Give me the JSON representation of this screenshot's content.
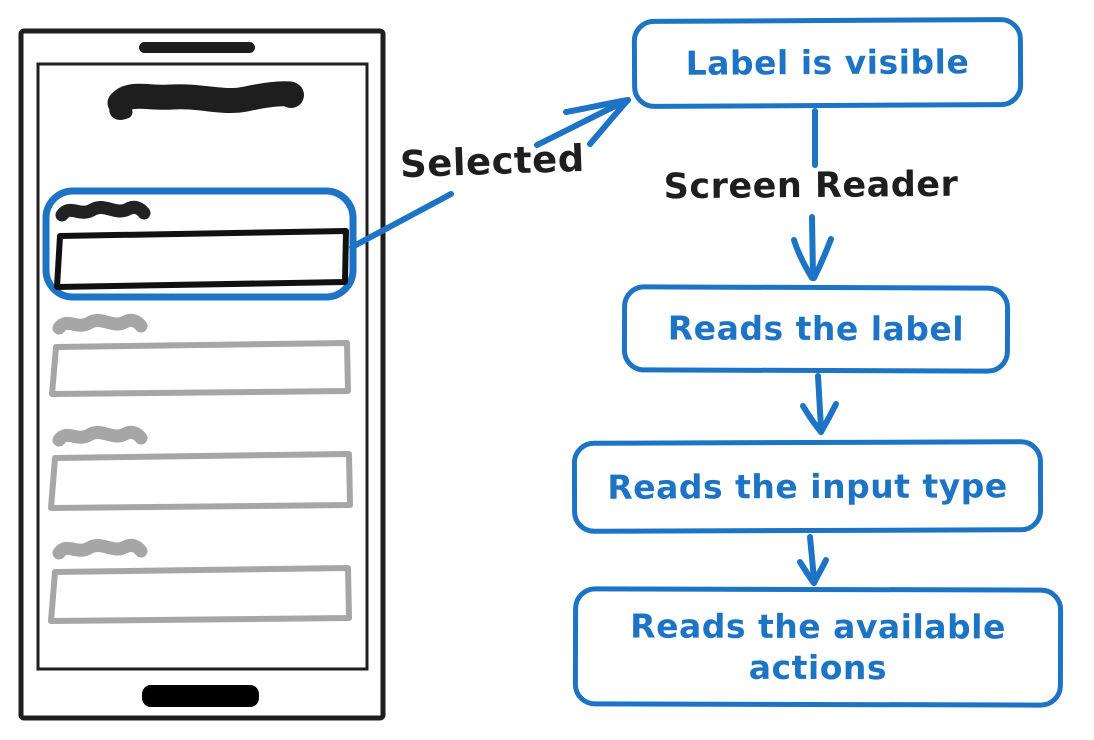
{
  "diagram": {
    "type": "flowchart",
    "colors": {
      "accent_blue": "#1d73c4",
      "ink_black": "#1e1e1e",
      "muted_gray": "#a6a6a6"
    },
    "annotations": {
      "selected_label": "Selected",
      "screen_reader_label": "Screen Reader"
    },
    "flow_boxes": [
      {
        "label": "Label is visible"
      },
      {
        "label": "Reads the label"
      },
      {
        "label": "Reads the input type"
      },
      {
        "label": "Reads the available actions"
      }
    ],
    "phone_mockup": {
      "field_count": 4,
      "selected_field": 1
    }
  }
}
